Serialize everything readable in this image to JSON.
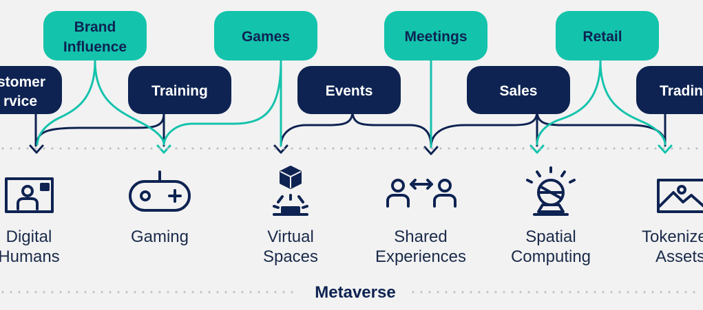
{
  "colors": {
    "navy": "#0e2352",
    "teal": "#14c3ac",
    "background": "#f2f2f2",
    "dots": "#b8bcc4"
  },
  "top_labels": [
    {
      "id": "brand",
      "lines": [
        "Brand",
        "Influence"
      ]
    },
    {
      "id": "games",
      "lines": [
        "Games"
      ]
    },
    {
      "id": "meetings",
      "lines": [
        "Meetings"
      ]
    },
    {
      "id": "retail",
      "lines": [
        "Retail"
      ]
    }
  ],
  "mid_labels": [
    {
      "id": "customer",
      "lines": [
        "stomer",
        "rvice"
      ]
    },
    {
      "id": "training",
      "lines": [
        "Training"
      ]
    },
    {
      "id": "events",
      "lines": [
        "Events"
      ]
    },
    {
      "id": "sales",
      "lines": [
        "Sales"
      ]
    },
    {
      "id": "trading",
      "lines": [
        "Tradin"
      ]
    }
  ],
  "categories": [
    {
      "id": "digital-humans",
      "icon": "person-frame-icon",
      "lines": [
        "Digital",
        "Humans"
      ]
    },
    {
      "id": "gaming",
      "icon": "gamepad-icon",
      "lines": [
        "Gaming"
      ]
    },
    {
      "id": "virtual-spaces",
      "icon": "hologram-cube-icon",
      "lines": [
        "Virtual",
        "Spaces"
      ]
    },
    {
      "id": "shared-experiences",
      "icon": "two-people-arrows-icon",
      "lines": [
        "Shared",
        "Experiences"
      ]
    },
    {
      "id": "spatial-computing",
      "icon": "vr-headset-icon",
      "lines": [
        "Spatial",
        "Computing"
      ]
    },
    {
      "id": "tokenized-assets",
      "icon": "image-icon",
      "lines": [
        "Tokenize",
        "Assets"
      ]
    }
  ],
  "footer": {
    "label": "Metaverse"
  }
}
